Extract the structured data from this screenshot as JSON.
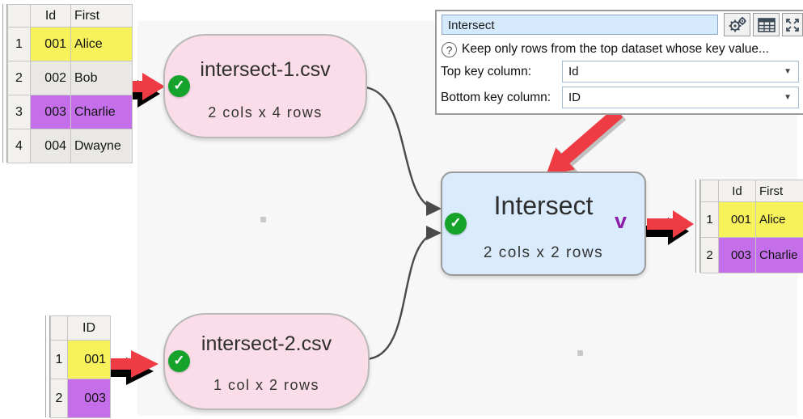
{
  "panel": {
    "title_value": "Intersect",
    "toolbar": {
      "gears_icon": "settings",
      "table_icon": "show-table",
      "expand_icon": "maximize"
    },
    "help_text": "Keep only rows from the top dataset whose key value...",
    "fields": [
      {
        "label": "Top key column:",
        "value": "Id"
      },
      {
        "label": "Bottom key column:",
        "value": "ID"
      }
    ]
  },
  "nodes": [
    {
      "id": "intersect-1",
      "title": "intersect-1.csv",
      "subtitle": "2 cols x 4 rows",
      "status": "ok"
    },
    {
      "id": "intersect-2",
      "title": "intersect-2.csv",
      "subtitle": "1 col x 2 rows",
      "status": "ok"
    },
    {
      "id": "intersect",
      "title": "Intersect",
      "subtitle": "2 cols x 2 rows",
      "status": "ok",
      "chevron": "v"
    }
  ],
  "tables": {
    "top_left": {
      "headers": [
        "Id",
        "First"
      ],
      "rows": [
        {
          "num": "1",
          "id": "001",
          "first": "Alice",
          "highlight": "yellow"
        },
        {
          "num": "2",
          "id": "002",
          "first": "Bob",
          "highlight": "none"
        },
        {
          "num": "3",
          "id": "003",
          "first": "Charlie",
          "highlight": "purple"
        },
        {
          "num": "4",
          "id": "004",
          "first": "Dwayne",
          "highlight": "none"
        }
      ]
    },
    "bottom_left": {
      "headers": [
        "ID"
      ],
      "rows": [
        {
          "num": "1",
          "id": "001",
          "highlight": "yellow"
        },
        {
          "num": "2",
          "id": "003",
          "highlight": "purple"
        }
      ]
    },
    "right": {
      "headers": [
        "Id",
        "First"
      ],
      "rows": [
        {
          "num": "1",
          "id": "001",
          "first": "Alice",
          "highlight": "yellow"
        },
        {
          "num": "2",
          "id": "003",
          "first": "Charlie",
          "highlight": "purple"
        }
      ]
    }
  },
  "colors": {
    "accent_red": "#ee3b44",
    "source_node_pink": "#fadde9",
    "transform_node_blue": "#d9ebfc",
    "ok_green": "#15a32b",
    "highlight_yellow": "#f7f15c",
    "highlight_purple": "#c46fe9",
    "canvas_gray": "#f7f7f7",
    "connector_gray": "#4a4a4a",
    "chevron_purple": "#8b1fa8"
  }
}
